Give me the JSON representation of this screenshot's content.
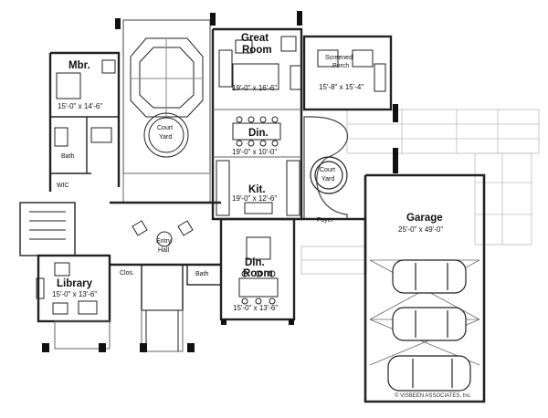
{
  "rooms": {
    "mbr": {
      "name": "Mbr.",
      "dims": "15'-0\" x 14'-6\""
    },
    "great_room": {
      "name1": "Great",
      "name2": "Room",
      "dims": "19'-0\" x 16'-6\""
    },
    "screened_porch": {
      "name1": "Screened",
      "name2": "Porch",
      "dims": "15'-8\" x 15'-4\""
    },
    "court_yard_1": {
      "name1": "Court",
      "name2": "Yard"
    },
    "court_yard_2": {
      "name1": "Court",
      "name2": "Yard"
    },
    "dining": {
      "name": "Din.",
      "dims": "19'-0\" x 10'-0\""
    },
    "kitchen": {
      "name": "Kit.",
      "dims": "19'-0\" x 12'-6\""
    },
    "bath": {
      "name": "Bath"
    },
    "wic": {
      "name": "WIC"
    },
    "garage": {
      "name": "Garage",
      "dims": "25'-0\" x 49'-0\""
    },
    "foyer": {
      "name": "Foyer"
    },
    "entry_hall": {
      "name1": "Entry",
      "name2": "Hall"
    },
    "dining_room": {
      "name1": "Din.",
      "name2": "Room",
      "dims": "15'-0\" x 13'-6\""
    },
    "library": {
      "name": "Library",
      "dims": "15'-0\" x 13'-6\""
    },
    "closet": {
      "name": "Clos."
    },
    "bath2": {
      "name": "Bath"
    }
  },
  "copyright": "© VISBEEN ASSOCIATES, Inc."
}
